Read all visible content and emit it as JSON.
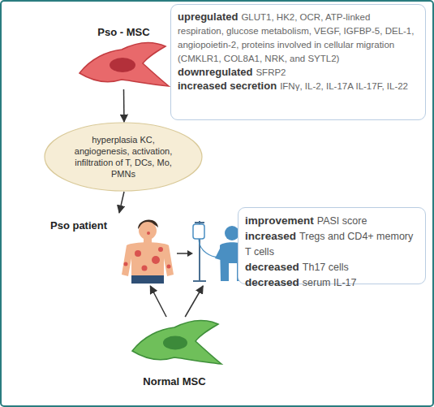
{
  "diagram": {
    "nodes": [
      {
        "text": [
          "Pso - MSC"
        ]
      },
      {
        "text": [
          "upregulated",
          "GLUT1, HK2, OCR, ATP-linked respiration, glucose metabolism, VEGF, IGFBP-5, DEL-1, angiopoietin-2, proteins involved in cellular migration (CMKLR1, COL8A1, NRK, and SYTL2)",
          "downregulated",
          "SFRP2",
          "increased secretion",
          "IFNγ, IL-2, IL-17A IL-17F, IL-22"
        ]
      },
      {
        "text": [
          "hyperplasia KC, angiogenesis, activation, infiltration of T, DCs, Mo, PMNs"
        ]
      },
      {
        "text": [
          "Pso patient"
        ]
      },
      {
        "text": [
          "improvement",
          "PASI score",
          "increased",
          "Tregs and CD4+ memory T cells",
          "decreased",
          "Th17 cells",
          "decreased",
          "serum IL-17"
        ]
      },
      {
        "text": [
          "Normal MSC"
        ]
      }
    ],
    "edges": [
      {
        "from": 0,
        "to": 2,
        "arrow": "to"
      },
      {
        "from": 2,
        "to": 3,
        "arrow": "to"
      },
      {
        "from": 5,
        "to": 3,
        "arrow": "to"
      },
      {
        "from": 5,
        "to": 3,
        "arrow": "to"
      }
    ]
  }
}
